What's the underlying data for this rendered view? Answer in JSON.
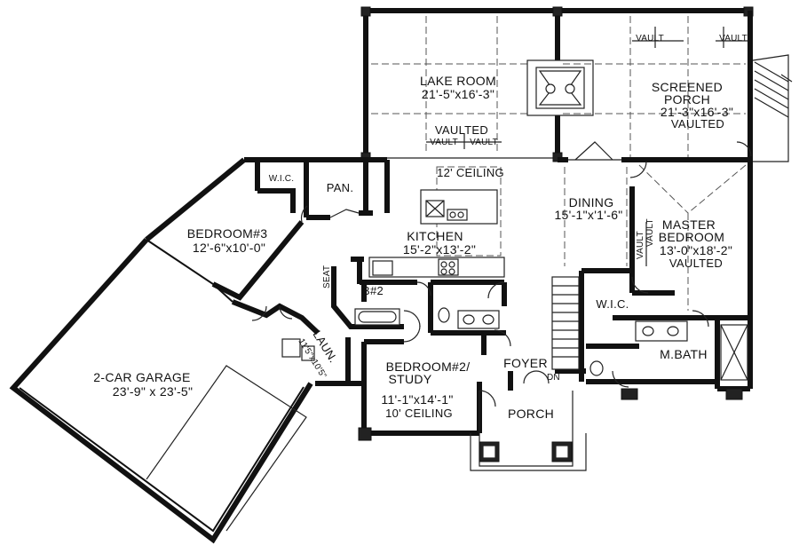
{
  "rooms": {
    "lake_room": {
      "name": "LAKE ROOM",
      "dims": "21'-5\"x16'-3\""
    },
    "screened_porch": {
      "name1": "SCREENED",
      "name2": "PORCH",
      "dims": "21'-3\"x16'-3\"",
      "note": "VAULTED"
    },
    "kitchen": {
      "name": "KITCHEN",
      "dims": "15'-2\"x13'-2\"",
      "note": "12' CEILING"
    },
    "dining": {
      "name": "DINING",
      "dims": "15'-1\"x'1'-6\""
    },
    "master_bedroom": {
      "name1": "MASTER",
      "name2": "BEDROOM",
      "dims": "13'-0\"x18'-2\"",
      "note": "VAULTED"
    },
    "bedroom3": {
      "name": "BEDROOM#3",
      "dims": "12'-6\"x10'-0\""
    },
    "bedroom2": {
      "name1": "BEDROOM#2/",
      "name2": "STUDY",
      "dims": "11'-1\"x14'-1\"",
      "note": "10' CEILING"
    },
    "garage": {
      "name": "2-CAR GARAGE",
      "dims": "23'-9\" x 23'-5\""
    },
    "laundry": {
      "name": "LAUN.",
      "dims": "11'5\"x10'5\""
    },
    "wic_master": {
      "name": "W.I.C."
    },
    "wic_bed3": {
      "name": "W.I.C."
    },
    "pantry": {
      "name": "PAN."
    },
    "bath2": {
      "name": "B#2"
    },
    "master_bath": {
      "name": "M.BATH"
    },
    "foyer": {
      "name": "FOYER"
    },
    "porch": {
      "name": "PORCH"
    },
    "seat": {
      "name": "SEAT"
    }
  },
  "annotations": {
    "vaulted": "VAULTED",
    "vault": "VAULT",
    "down": "DN"
  }
}
